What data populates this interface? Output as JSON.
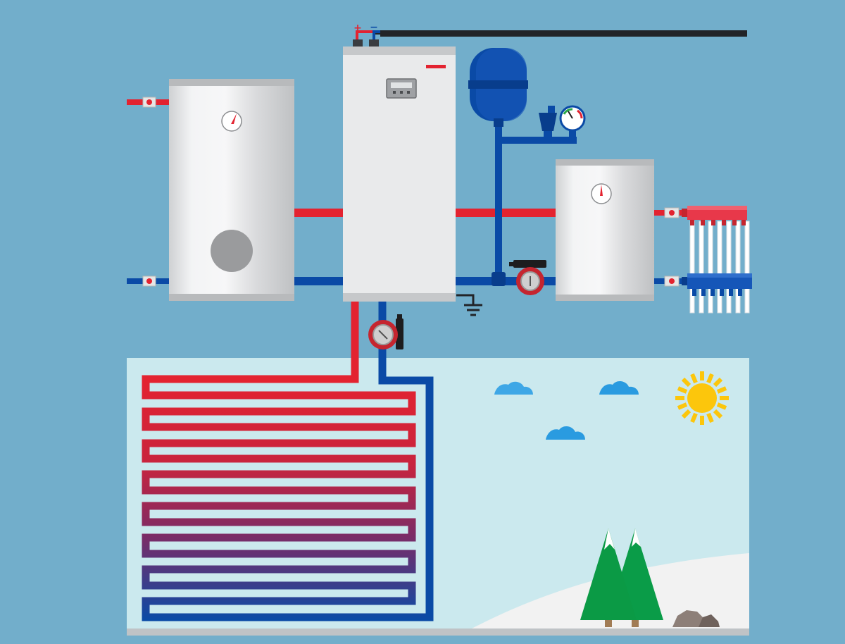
{
  "power_terminal": {
    "positive_label": "+",
    "negative_label": "−"
  },
  "colors": {
    "background": "#72aecb",
    "hot_pipe": "#e32330",
    "cold_pipe": "#0a4aa6",
    "ground_field": "#cbe9ee",
    "snow": "#f2f2f2",
    "sun": "#fcc60c",
    "tree": "#0a9c48",
    "cloud": "#2a9be0"
  },
  "icons": [
    "storage-tank",
    "heat-pump-unit",
    "control-panel-display",
    "expansion-vessel",
    "pressure-gauge",
    "air-vent-valve",
    "circulation-pump",
    "buffer-tank",
    "thermometer",
    "ball-valve",
    "manifold",
    "ground-symbol",
    "ground-loop-collector",
    "cloud",
    "sun",
    "tree",
    "rock"
  ]
}
